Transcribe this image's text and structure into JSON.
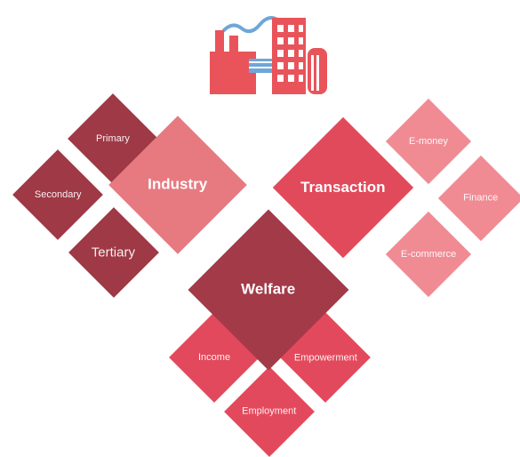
{
  "colors": {
    "industry_dark": "#9e3945",
    "industry_main": "#e77a80",
    "transaction_main": "#e14a5b",
    "transaction_light": "#f08b94",
    "welfare_main": "#a33a48",
    "welfare_light": "#e3495c",
    "factory": "#e9545a",
    "factory_detail": "#6fa6d8"
  },
  "icon": "factory-icon",
  "industry": {
    "label": "Industry",
    "sub": [
      "Primary",
      "Secondary",
      "Tertiary"
    ]
  },
  "transaction": {
    "label": "Transaction",
    "sub": [
      "E-money",
      "Finance",
      "E-commerce"
    ]
  },
  "welfare": {
    "label": "Welfare",
    "sub": [
      "Income",
      "Empowerment",
      "Employment"
    ]
  }
}
